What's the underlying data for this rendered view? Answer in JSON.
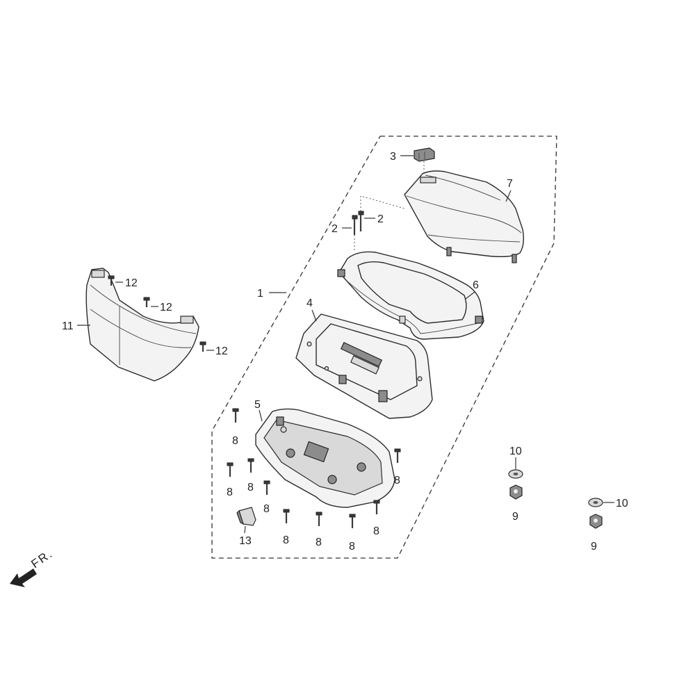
{
  "callouts": {
    "c1": "1",
    "c2a": "2",
    "c2b": "2",
    "c3": "3",
    "c4": "4",
    "c5": "5",
    "c6": "6",
    "c7": "7",
    "c8a": "8",
    "c8b": "8",
    "c8c": "8",
    "c8d": "8",
    "c8e": "8",
    "c8f": "8",
    "c8g": "8",
    "c8h": "8",
    "c8i": "8",
    "c9a": "9",
    "c9b": "9",
    "c10a": "10",
    "c10b": "10",
    "c11": "11",
    "c12a": "12",
    "c12b": "12",
    "c12c": "12",
    "c13": "13"
  },
  "direction_label": "FR.",
  "icons": {
    "front_arrow": "front-direction-arrow-icon"
  }
}
